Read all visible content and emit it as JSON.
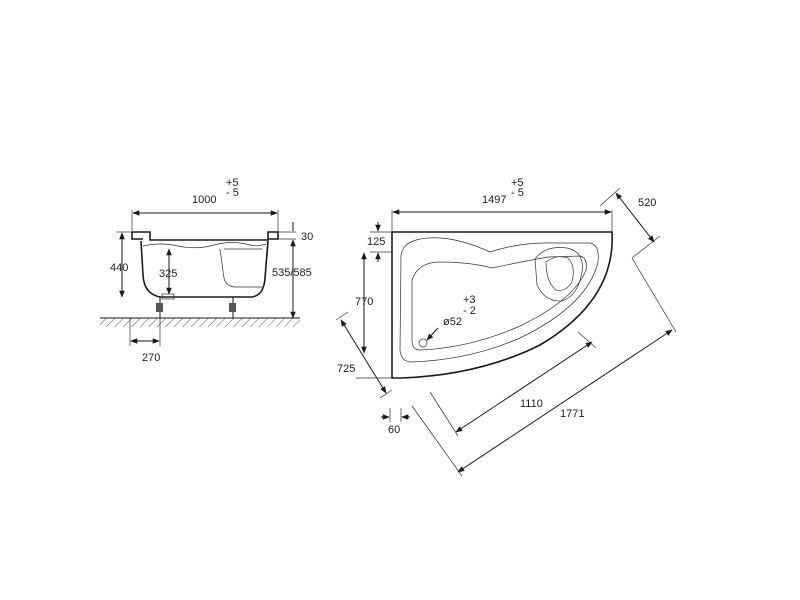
{
  "side_view": {
    "width": "1000",
    "tol_plus": "+5",
    "tol_minus": "- 5",
    "rim": "30",
    "height_left": "440",
    "inner_depth": "325",
    "height_total": "535/585",
    "foot_offset": "270"
  },
  "top_view": {
    "length": "1497",
    "tol_plus": "+5",
    "tol_minus": "- 5",
    "depth_right": "520",
    "top_edge": "125",
    "left_inner": "770",
    "left_diag": "725",
    "drain": "ø52",
    "drain_tol_plus": "+3",
    "drain_tol_minus": "- 2",
    "base_length": "1110",
    "diagonal": "1771",
    "gap": "60"
  },
  "colors": {
    "line": "#1a1a1a",
    "text": "#222222"
  }
}
